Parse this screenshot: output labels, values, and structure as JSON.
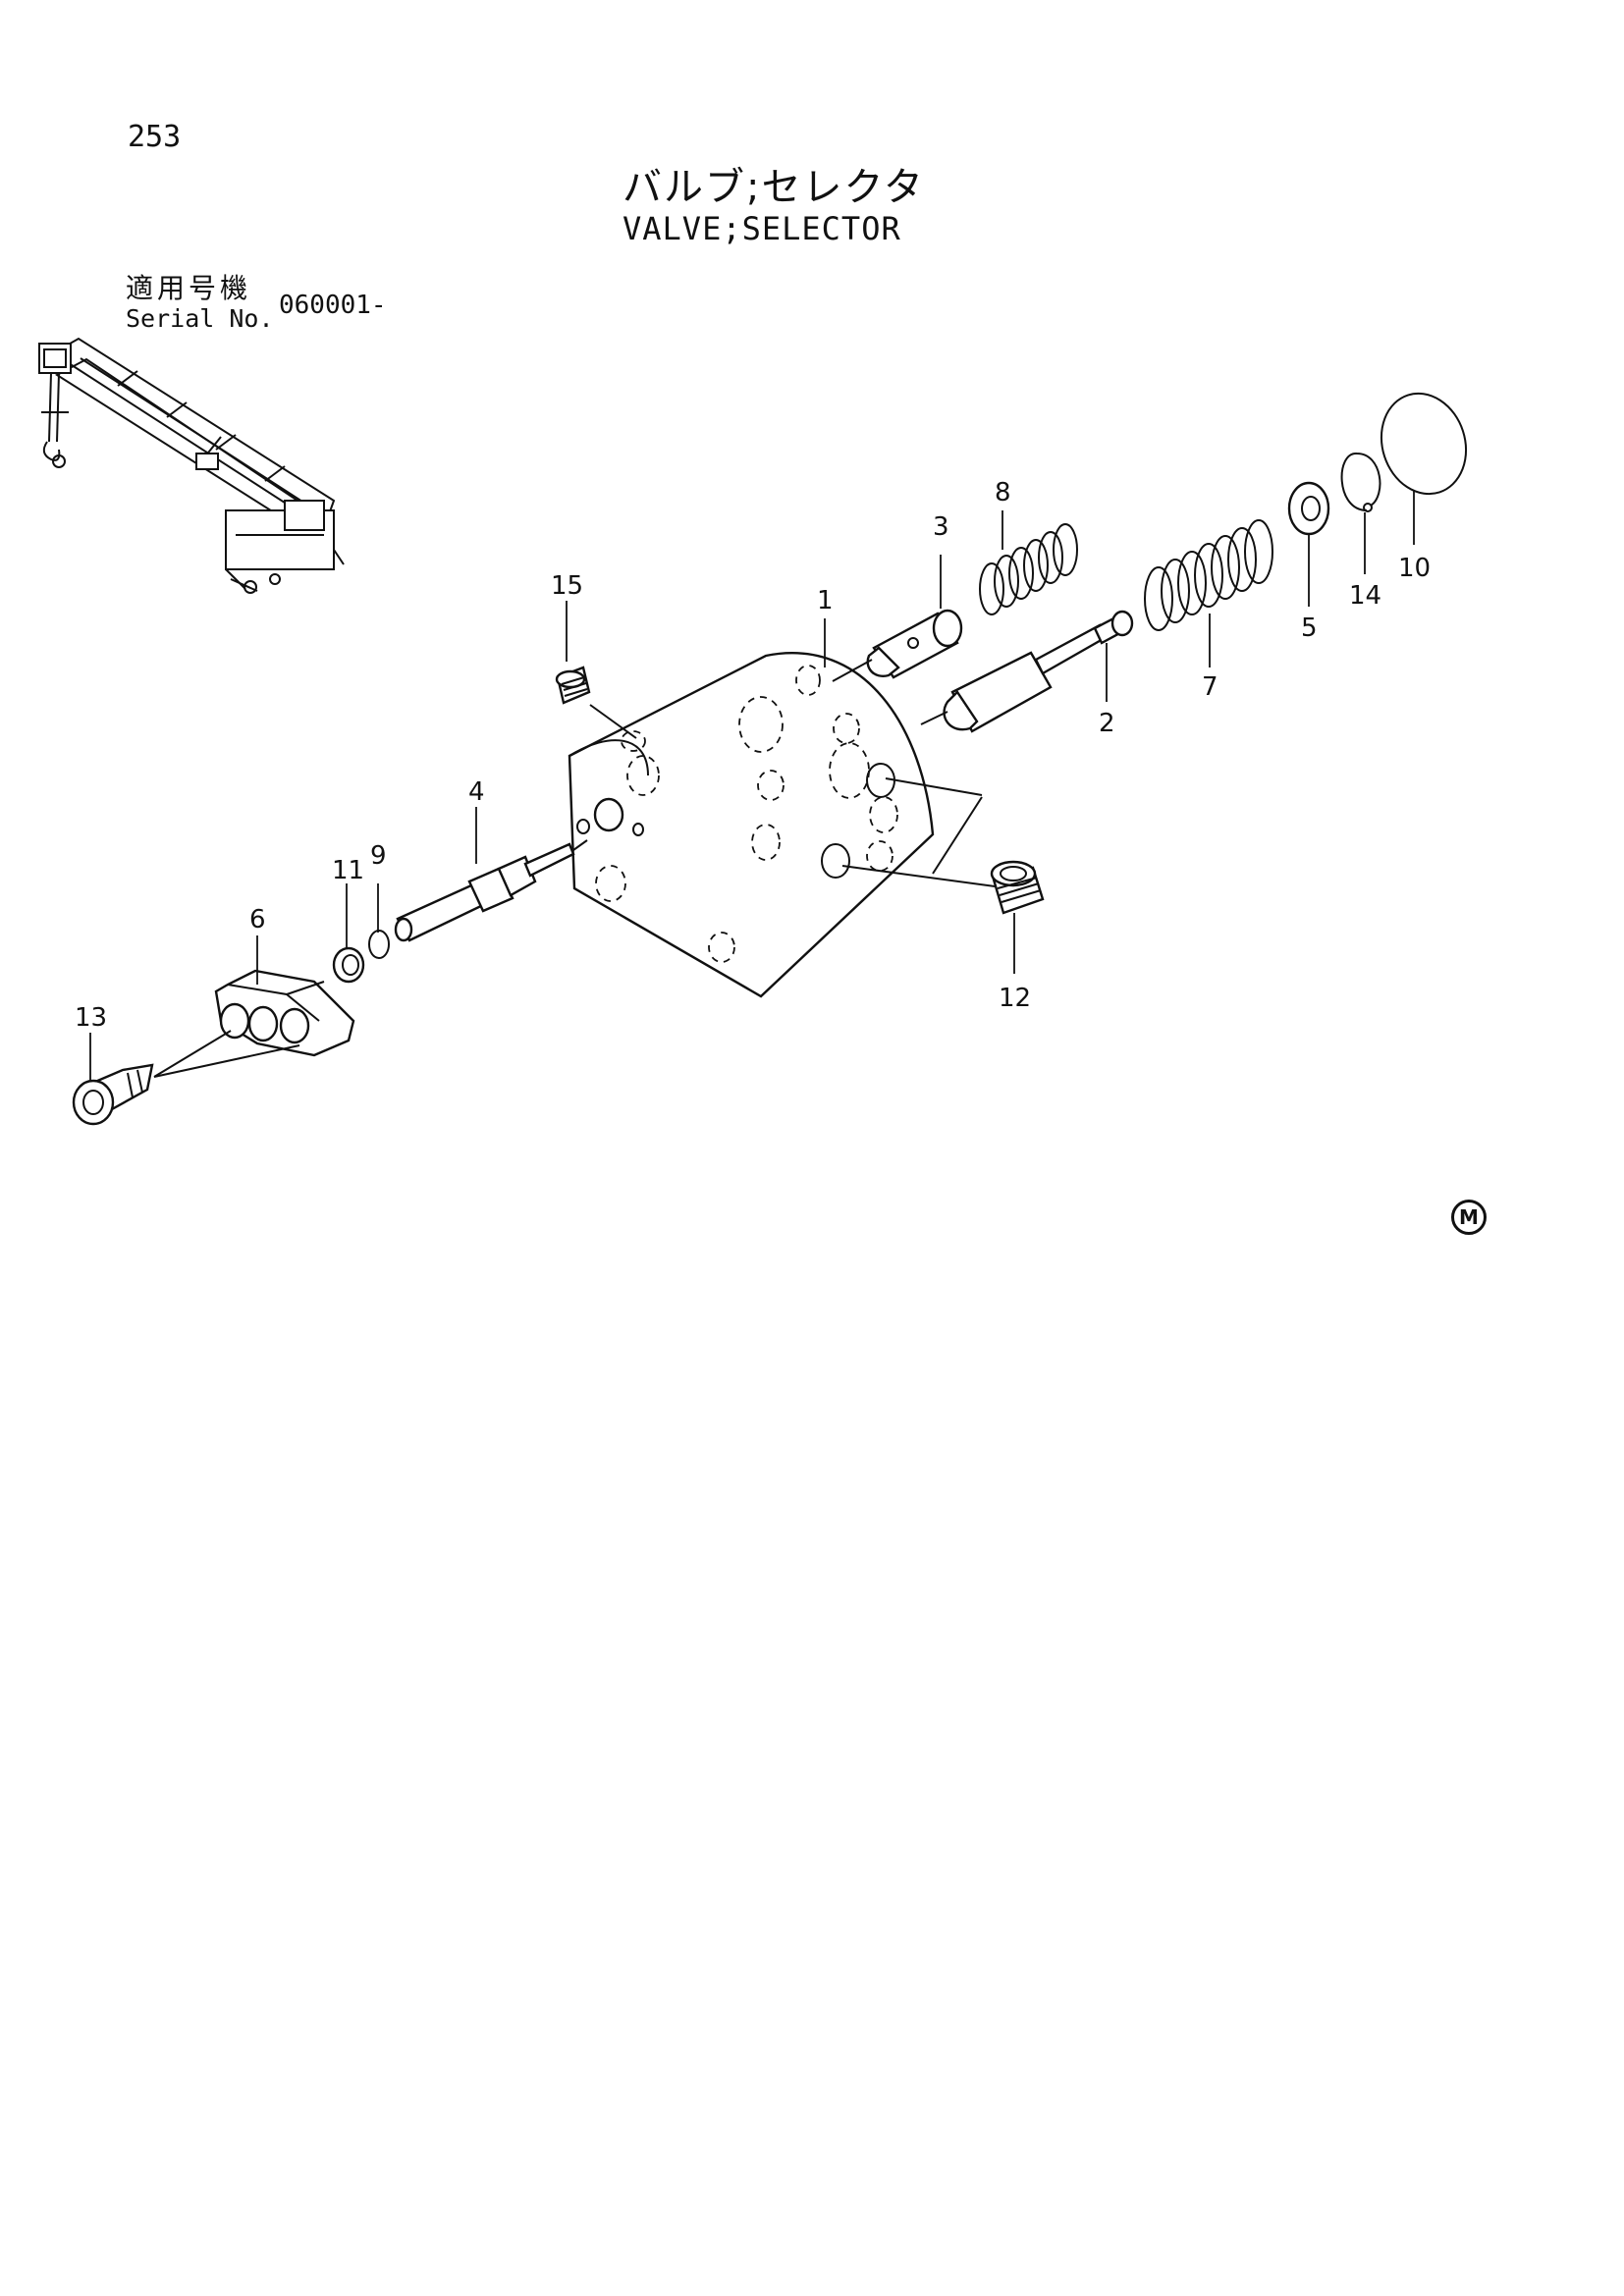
{
  "page": {
    "number": "253"
  },
  "title": {
    "jp": "バルブ;セレクタ",
    "en": "VALVE;SELECTOR"
  },
  "serial": {
    "label_jp": "適用号機",
    "label_en": "Serial No.",
    "value": "060001-"
  },
  "callouts": [
    "1",
    "2",
    "3",
    "4",
    "5",
    "6",
    "7",
    "8",
    "9",
    "10",
    "11",
    "12",
    "13",
    "14",
    "15"
  ],
  "mark": "M"
}
